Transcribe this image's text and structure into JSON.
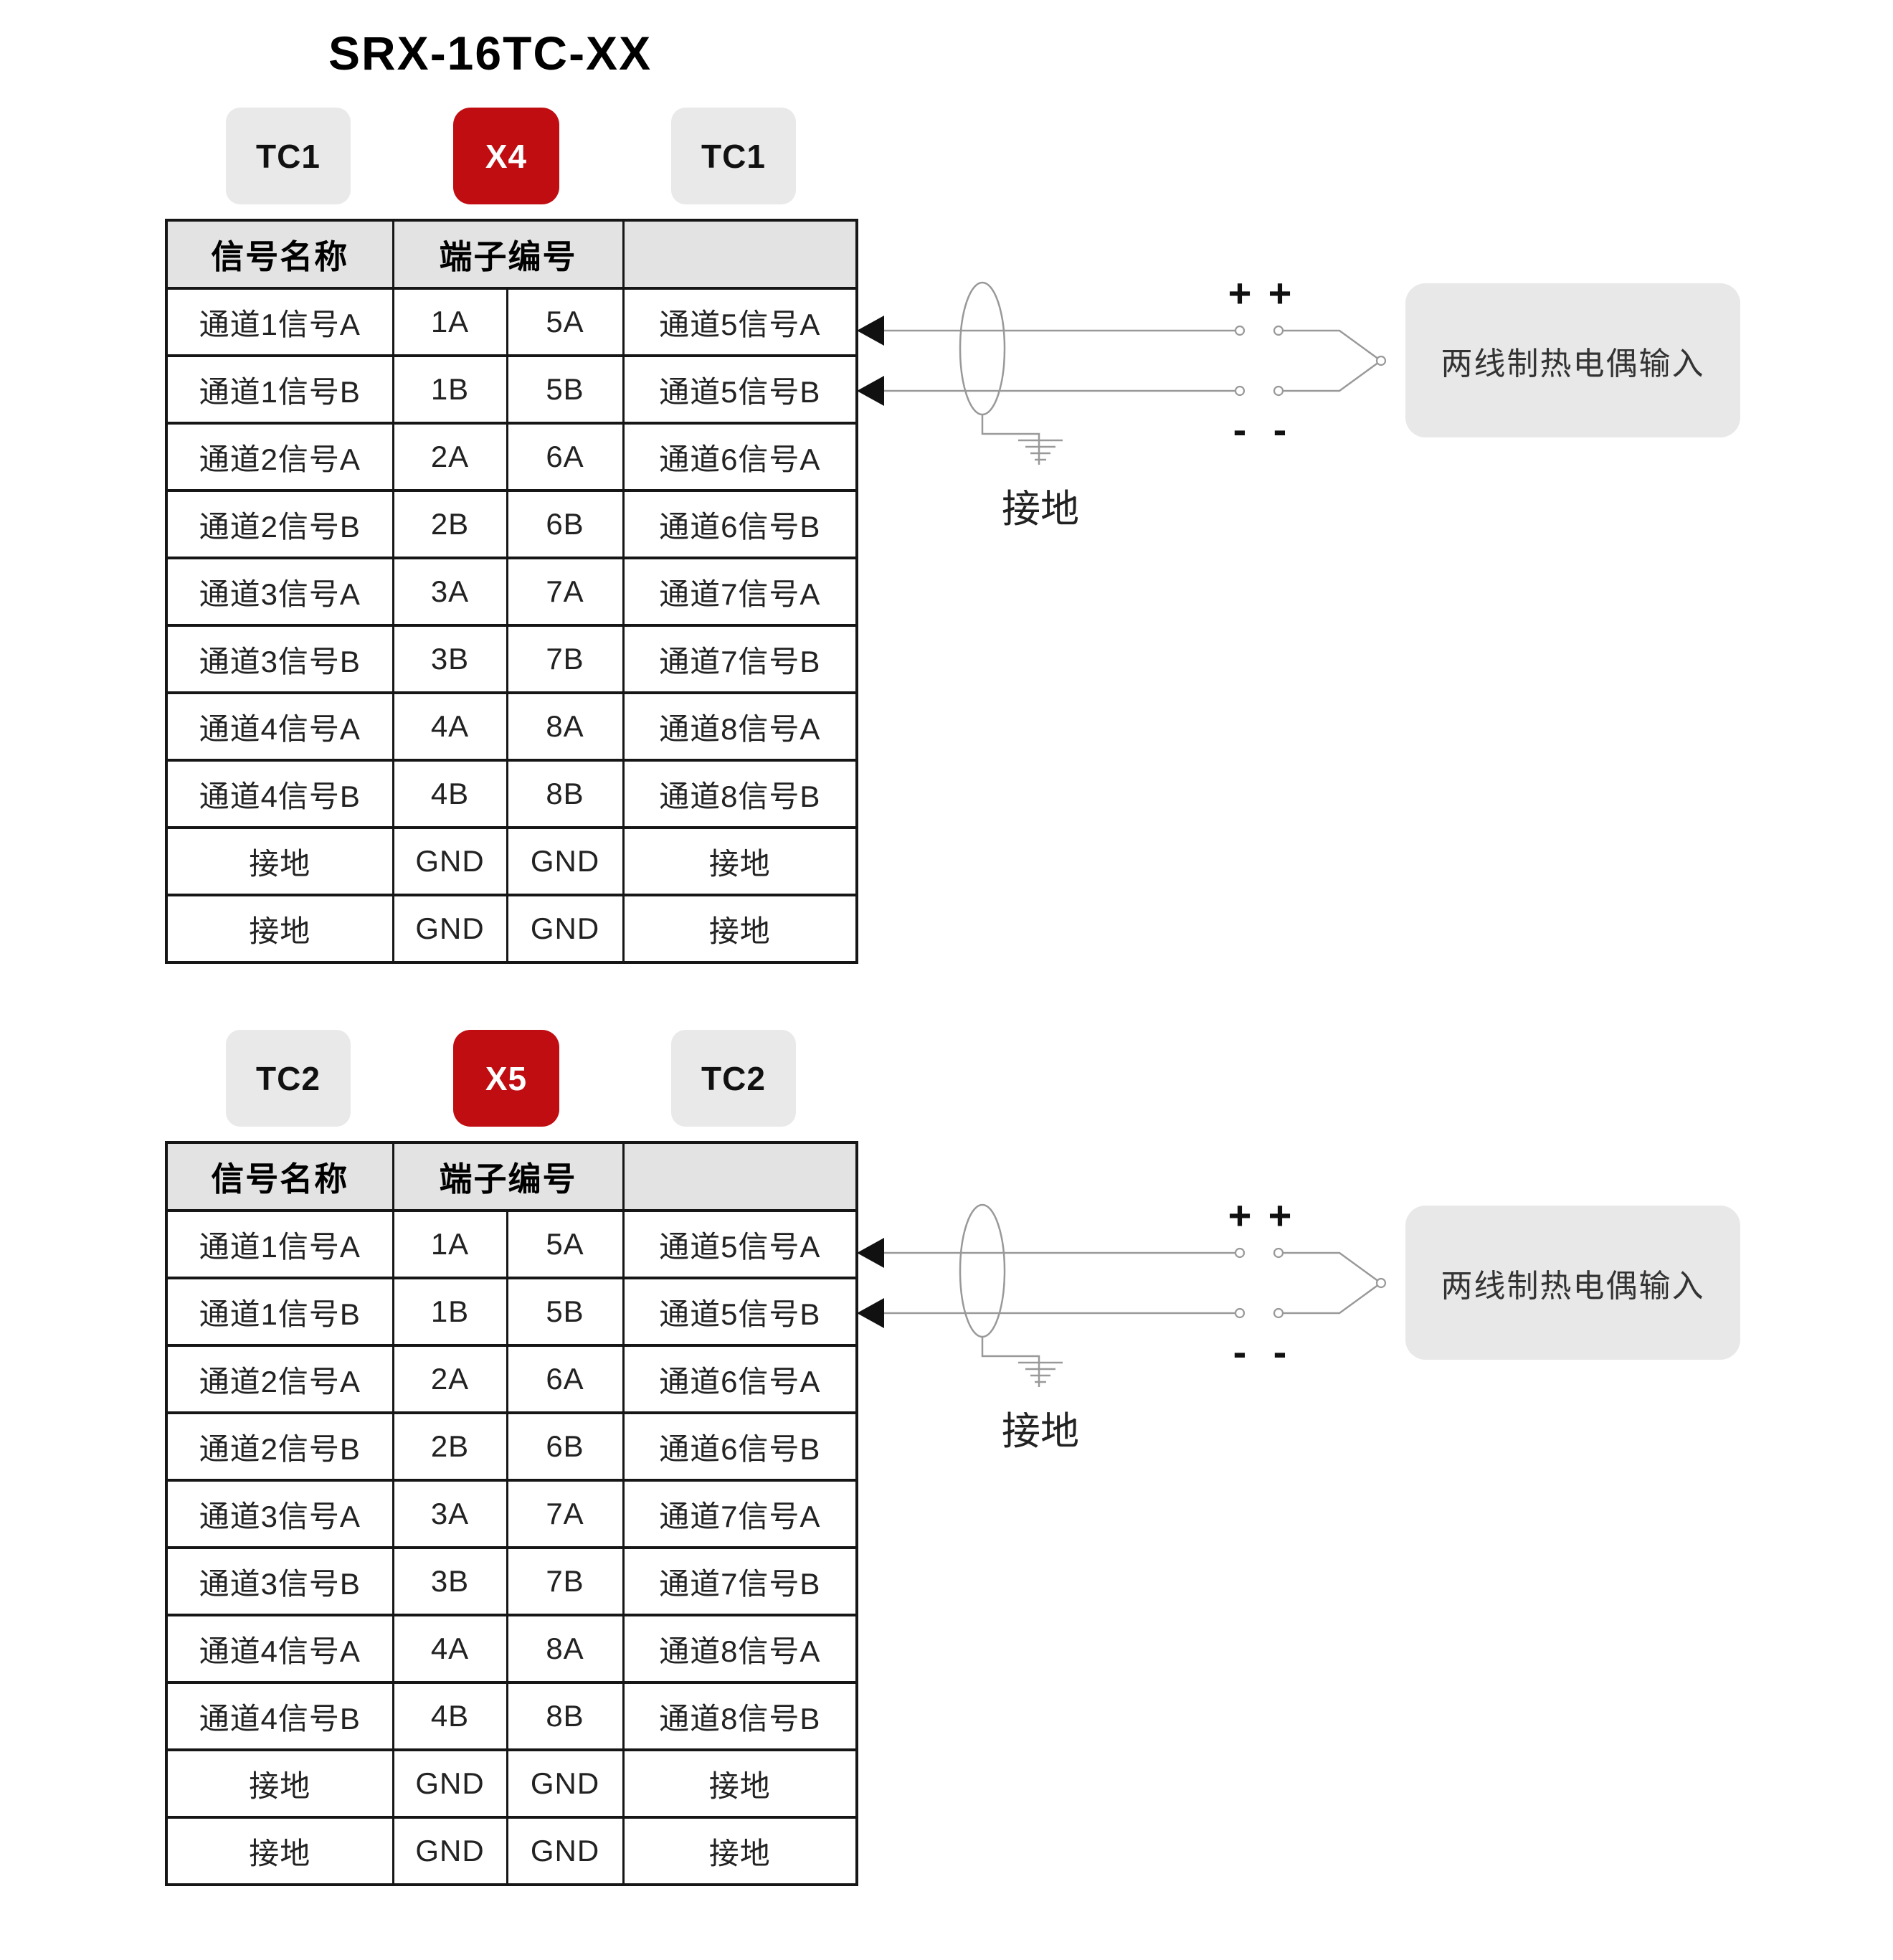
{
  "page": {
    "title": "SRX-16TC-XX"
  },
  "sections": [
    {
      "badges": {
        "left": "TC1",
        "connector": "X4",
        "right": "TC1"
      },
      "table": {
        "header": {
          "signal_name": "信号名称",
          "terminal_number": "端子编号",
          "right_blank": ""
        },
        "rows": [
          [
            "通道1信号A",
            "1A",
            "5A",
            "通道5信号A"
          ],
          [
            "通道1信号B",
            "1B",
            "5B",
            "通道5信号B"
          ],
          [
            "通道2信号A",
            "2A",
            "6A",
            "通道6信号A"
          ],
          [
            "通道2信号B",
            "2B",
            "6B",
            "通道6信号B"
          ],
          [
            "通道3信号A",
            "3A",
            "7A",
            "通道7信号A"
          ],
          [
            "通道3信号B",
            "3B",
            "7B",
            "通道7信号B"
          ],
          [
            "通道4信号A",
            "4A",
            "8A",
            "通道8信号A"
          ],
          [
            "通道4信号B",
            "4B",
            "8B",
            "通道8信号B"
          ],
          [
            "接地",
            "GND",
            "GND",
            "接地"
          ],
          [
            "接地",
            "GND",
            "GND",
            "接地"
          ]
        ]
      },
      "diagram": {
        "plus_left": "+",
        "plus_right": "+",
        "minus_left": "-",
        "minus_right": "-",
        "ground_label": "接地",
        "input_label": "两线制热电偶输入"
      }
    },
    {
      "badges": {
        "left": "TC2",
        "connector": "X5",
        "right": "TC2"
      },
      "table": {
        "header": {
          "signal_name": "信号名称",
          "terminal_number": "端子编号",
          "right_blank": ""
        },
        "rows": [
          [
            "通道1信号A",
            "1A",
            "5A",
            "通道5信号A"
          ],
          [
            "通道1信号B",
            "1B",
            "5B",
            "通道5信号B"
          ],
          [
            "通道2信号A",
            "2A",
            "6A",
            "通道6信号A"
          ],
          [
            "通道2信号B",
            "2B",
            "6B",
            "通道6信号B"
          ],
          [
            "通道3信号A",
            "3A",
            "7A",
            "通道7信号A"
          ],
          [
            "通道3信号B",
            "3B",
            "7B",
            "通道7信号B"
          ],
          [
            "通道4信号A",
            "4A",
            "8A",
            "通道8信号A"
          ],
          [
            "通道4信号B",
            "4B",
            "8B",
            "通道8信号B"
          ],
          [
            "接地",
            "GND",
            "GND",
            "接地"
          ],
          [
            "接地",
            "GND",
            "GND",
            "接地"
          ]
        ]
      },
      "diagram": {
        "plus_left": "+",
        "plus_right": "+",
        "minus_left": "-",
        "minus_right": "-",
        "ground_label": "接地",
        "input_label": "两线制热电偶输入"
      }
    }
  ],
  "colors": {
    "accent_red": "#c00d11",
    "badge_gray": "#e9e9e9",
    "header_gray": "#e3e3e3",
    "box_gray": "#e8e8e8",
    "line_gray": "#999999"
  }
}
